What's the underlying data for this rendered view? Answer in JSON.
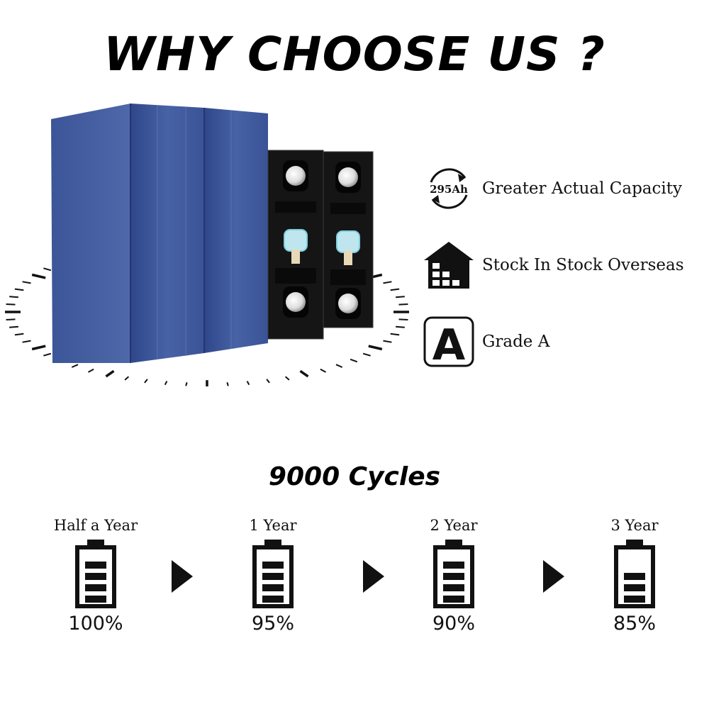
{
  "header": {
    "title": "WHY CHOOSE US ?"
  },
  "features": [
    {
      "icon": "capacity-cycle-icon",
      "icon_text": "295Ah",
      "label": "Greater Actual Capacity"
    },
    {
      "icon": "warehouse-icon",
      "label": "Stock In Stock Overseas"
    },
    {
      "icon": "grade-a-icon",
      "icon_text": "A",
      "label": "Grade A"
    }
  ],
  "cycles": {
    "title": "9000 Cycles",
    "stages": [
      {
        "label": "Half a Year",
        "percent": "100%",
        "fill_bars": 4
      },
      {
        "label": "1 Year",
        "percent": "95%",
        "fill_bars": 4
      },
      {
        "label": "2 Year",
        "percent": "90%",
        "fill_bars": 4
      },
      {
        "label": "3 Year",
        "percent": "85%",
        "fill_bars": 3
      }
    ]
  },
  "colors": {
    "battery_blue": "#3c5596",
    "battery_black": "#151515",
    "text": "#111111"
  }
}
